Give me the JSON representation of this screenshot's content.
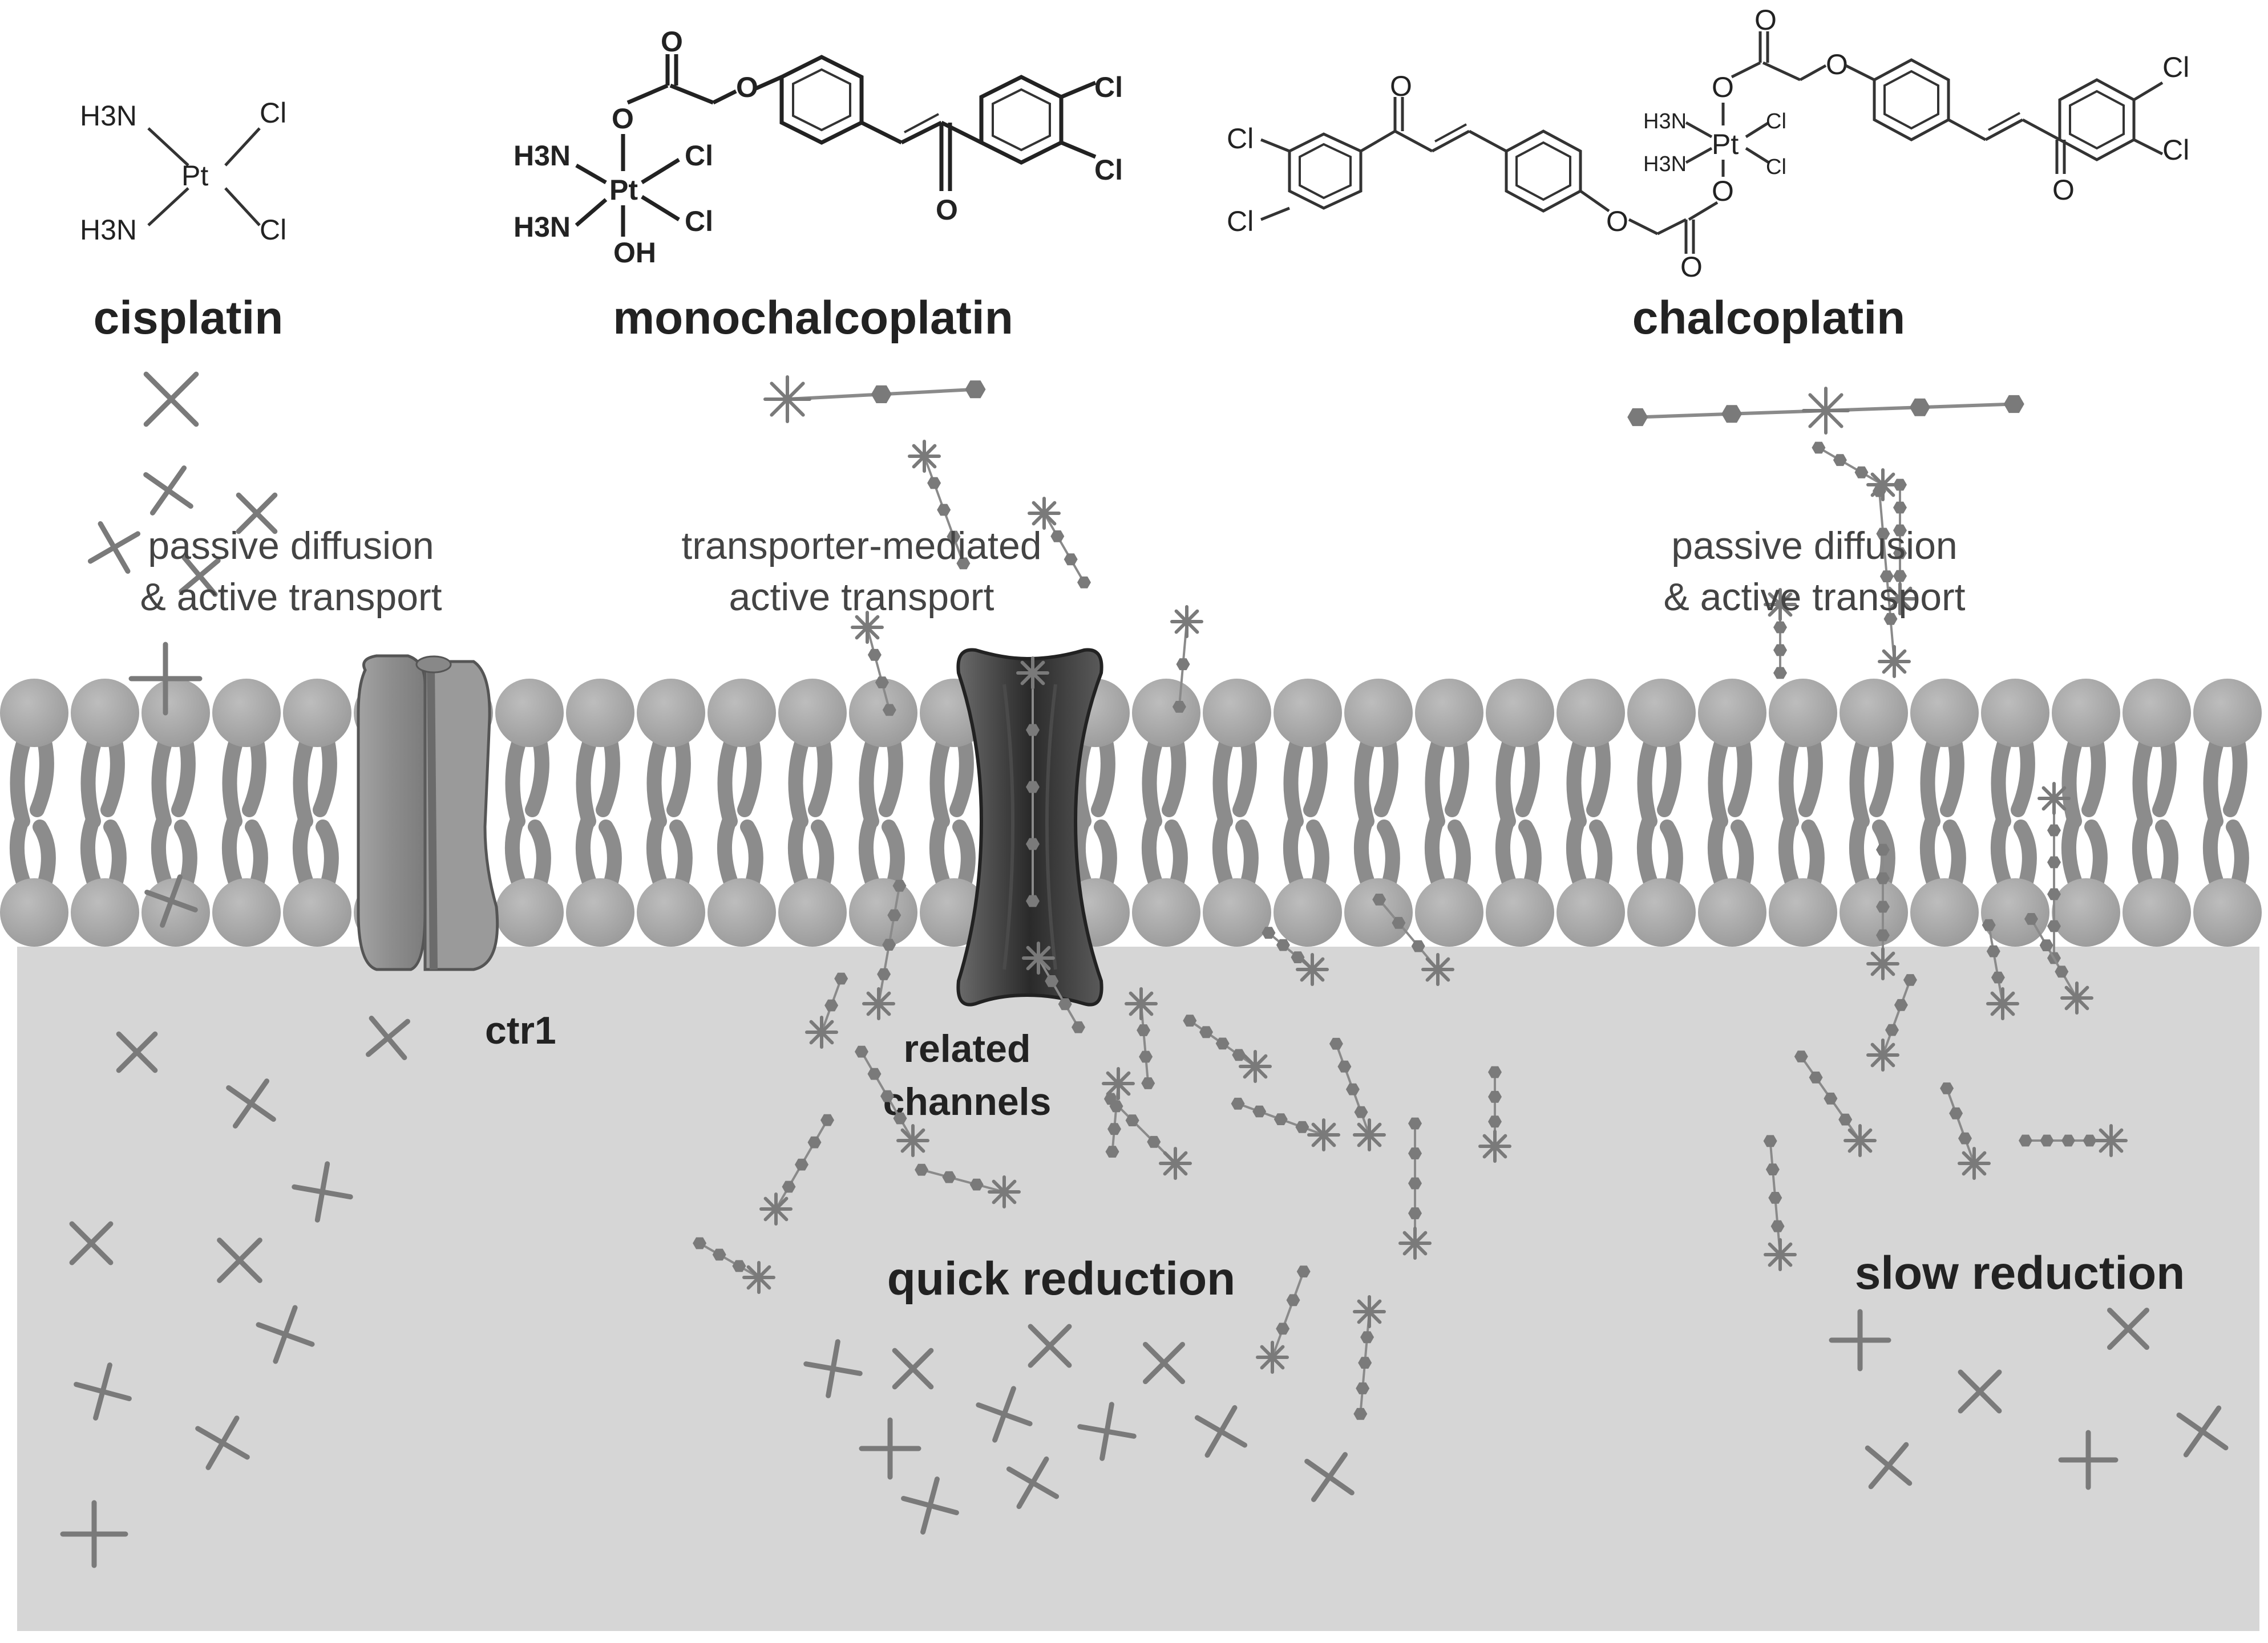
{
  "compounds": {
    "cisplatin": {
      "name": "cisplatin",
      "nh3_top": "H3N",
      "nh3_bottom": "H3N",
      "metal": "Pt",
      "cl_top": "Cl",
      "cl_bottom": "Cl"
    },
    "monochalcoplatin": {
      "name": "monochalcoplatin",
      "nh3_top": "H3N",
      "nh3_bottom": "H3N",
      "metal": "Pt",
      "cl_top": "Cl",
      "cl_bottom": "Cl",
      "oh": "OH",
      "o_ester": "O",
      "o_carbonyl": "O",
      "o_ether": "O",
      "o_ketone": "O",
      "cl_ring_top": "Cl",
      "cl_ring_bottom": "Cl"
    },
    "chalcoplatin": {
      "name": "chalcoplatin",
      "nh3_top": "H3N",
      "nh3_bottom": "H3N",
      "metal": "Pt",
      "cl_top": "Cl",
      "cl_bottom": "Cl",
      "o_top": "O",
      "o_top_carbonyl": "O",
      "o_top_ether": "O",
      "o_bottom": "O",
      "o_bottom_carbonyl": "O",
      "o_bottom_ether": "O",
      "o_left_ketone": "O",
      "o_right_ketone": "O",
      "cl_left_top": "Cl",
      "cl_left_bottom": "Cl",
      "cl_right_top": "Cl",
      "cl_right_bottom": "Cl"
    }
  },
  "labels": {
    "cisplatin_transport_1": "passive diffusion",
    "cisplatin_transport_2": "& active transport",
    "mono_transport_1": "transporter-mediated",
    "mono_transport_2": "active transport",
    "chalco_transport_1": "passive diffusion",
    "chalco_transport_2": "& active transport",
    "ctr1": "ctr1",
    "channels_1": "related",
    "channels_2": "channels",
    "quick_reduction": "quick reduction",
    "slow_reduction": "slow reduction"
  },
  "colors": {
    "membrane_head": "#a5a5a5",
    "membrane_tail": "#8c8c8c",
    "cytoplasm": "#d4d4d4",
    "transporter_ctr1": "#8e8e8e",
    "channel": "#3a3a3a",
    "molecule": "#7a7a7a"
  },
  "icons": {
    "cisplatin_symbol": "four-point-star-icon",
    "prodrug_symbol": "star-with-hexagon-chain-icon"
  }
}
